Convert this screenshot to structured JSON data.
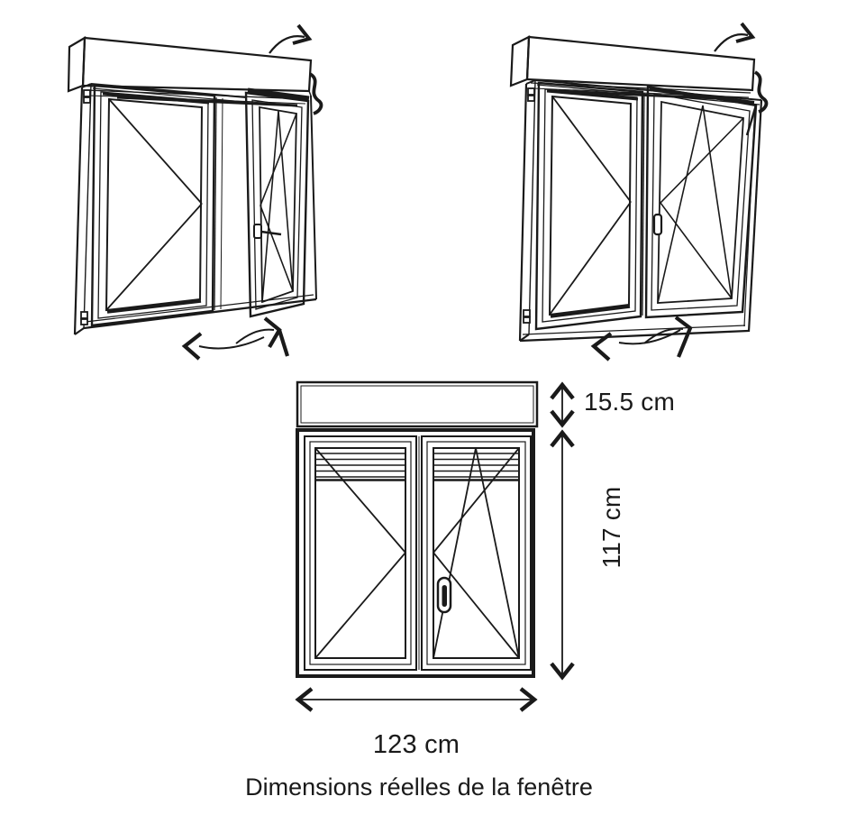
{
  "page": {
    "background_color": "#ffffff",
    "ink_color": "#1a1a1a",
    "caption": "Dimensions réelles de la fenêtre"
  },
  "dimensions": {
    "shutter_box_height": {
      "label": "15.5 cm",
      "value": "15.5",
      "unit": "cm"
    },
    "window_height": {
      "label": "117 cm",
      "value": "117",
      "unit": "cm"
    },
    "window_width": {
      "label": "123 cm",
      "value": "123",
      "unit": "cm"
    }
  },
  "figures": {
    "top_left": {
      "name": "two-leaf-window-open-sash-perspective"
    },
    "top_right": {
      "name": "two-leaf-window-tilted-sash-perspective"
    },
    "bottom": {
      "name": "window-front-view-with-dimensions"
    }
  }
}
